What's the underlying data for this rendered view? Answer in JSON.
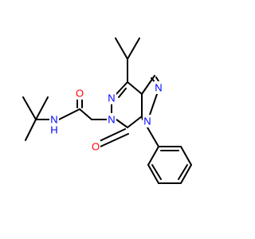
{
  "molecule": {
    "atom_labels": {
      "amide_nh": "N",
      "amide_h": "H",
      "amide_o": "O",
      "ketone_o": "O",
      "n_pyridazine_top": "N",
      "n_pyridazine_bottom": "N",
      "n_pyrazole_top": "N",
      "n_pyrazole_bottom": "N"
    },
    "colors": {
      "bond": "#000000",
      "nitrogen": "#0000ff",
      "oxygen": "#ff0000"
    }
  }
}
